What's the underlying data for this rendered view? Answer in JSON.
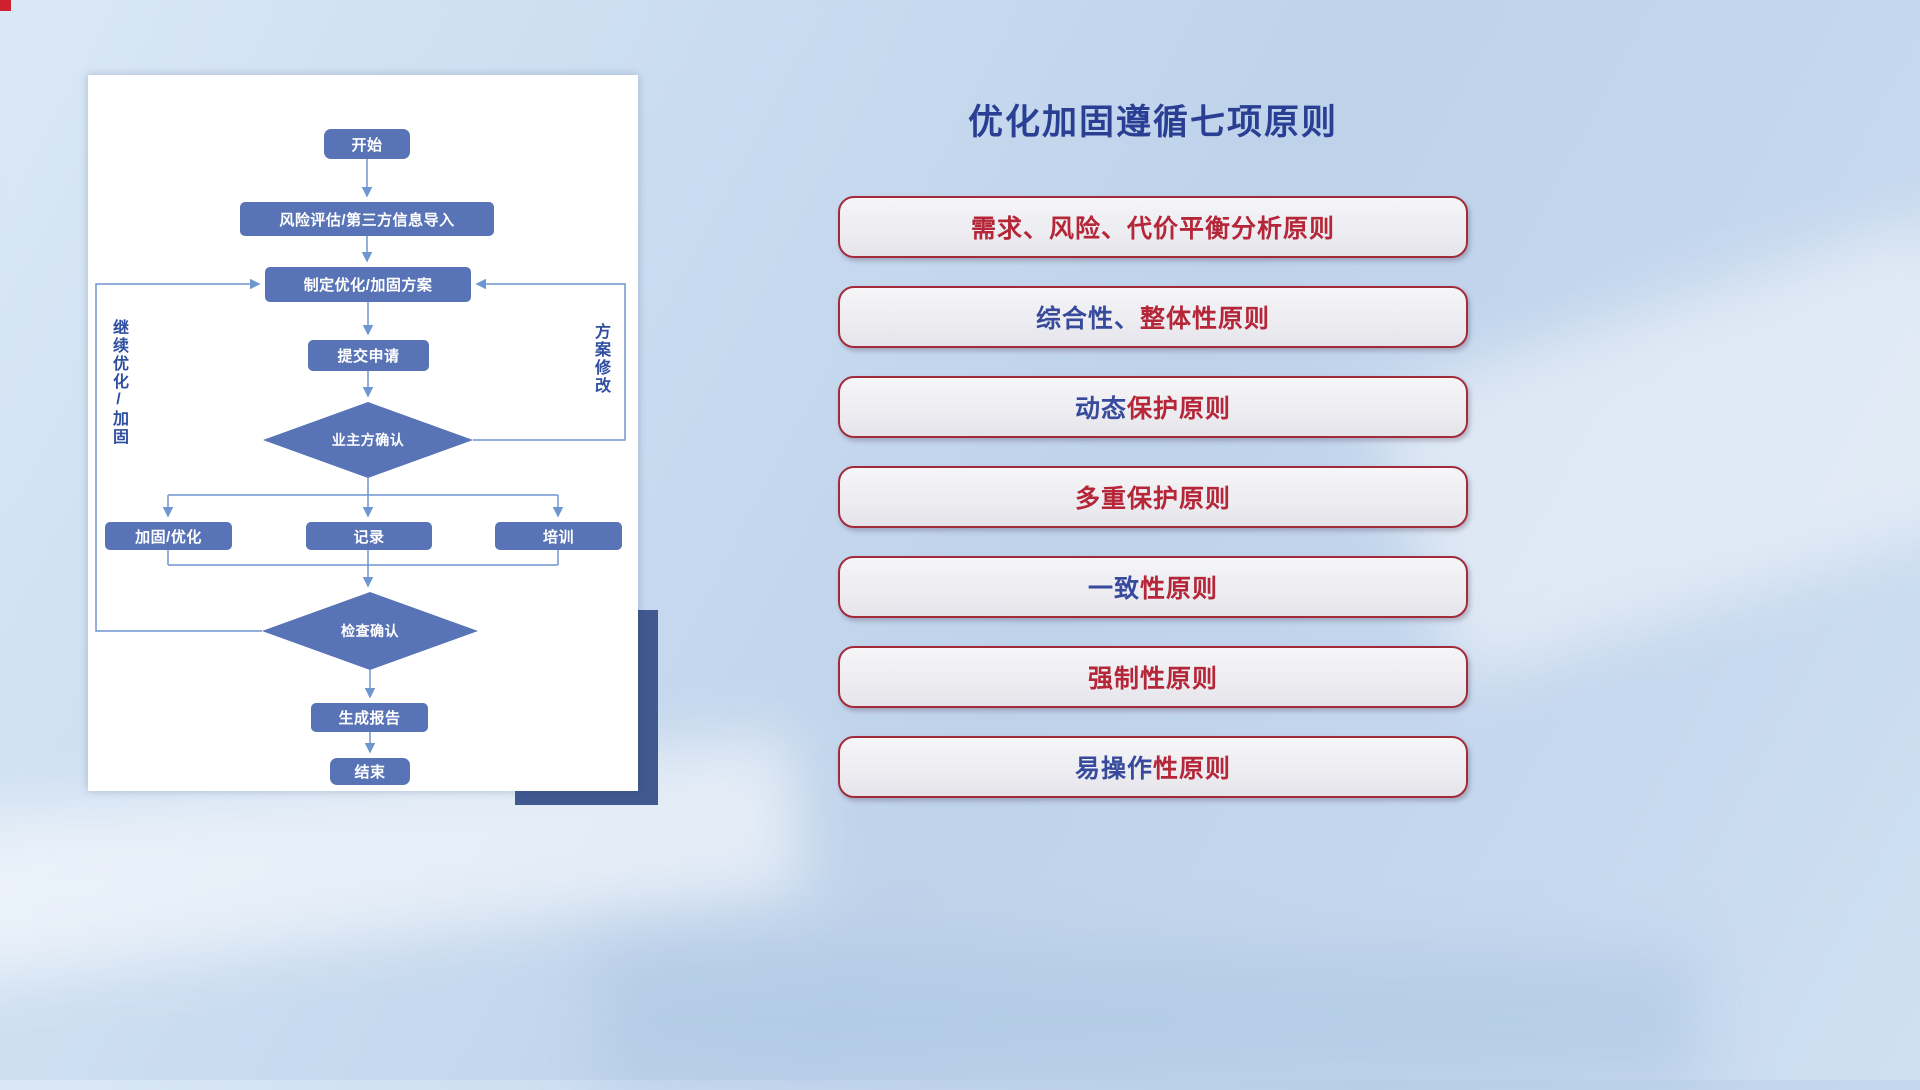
{
  "flowchart": {
    "nodes": {
      "start": "开始",
      "risk": "风险评估/第三方信息导入",
      "plan": "制定优化/加固方案",
      "submit": "提交申请",
      "owner_confirm": "业主方确认",
      "harden": "加固/优化",
      "record": "记录",
      "training": "培训",
      "check_confirm": "检查确认",
      "report": "生成报告",
      "end": "结束"
    },
    "loop_labels": {
      "left": "继续优化/加固",
      "right": "方案修改"
    }
  },
  "right_panel": {
    "title": "优化加固遵循七项原则",
    "principles": [
      {
        "segments": [
          {
            "text": "需求、风险、代价平衡分析原则",
            "color": "red"
          }
        ]
      },
      {
        "segments": [
          {
            "text": "综合性、",
            "color": "blue"
          },
          {
            "text": "整体性原则",
            "color": "red"
          }
        ]
      },
      {
        "segments": [
          {
            "text": "动态",
            "color": "blue"
          },
          {
            "text": "保护原则",
            "color": "red"
          }
        ]
      },
      {
        "segments": [
          {
            "text": "多重保护原则",
            "color": "red"
          }
        ]
      },
      {
        "segments": [
          {
            "text": "一致",
            "color": "blue"
          },
          {
            "text": "性原则",
            "color": "red"
          }
        ]
      },
      {
        "segments": [
          {
            "text": "强制性原则",
            "color": "red"
          }
        ]
      },
      {
        "segments": [
          {
            "text": "易操作",
            "color": "blue"
          },
          {
            "text": "性原则",
            "color": "red"
          }
        ]
      }
    ]
  },
  "colors": {
    "red": "#b52738",
    "blue": "#374a9c",
    "node_fill": "#5874b6",
    "arrow": "#6e96cf",
    "title": "#2a3f93",
    "pill_border": "#a22b3a"
  }
}
